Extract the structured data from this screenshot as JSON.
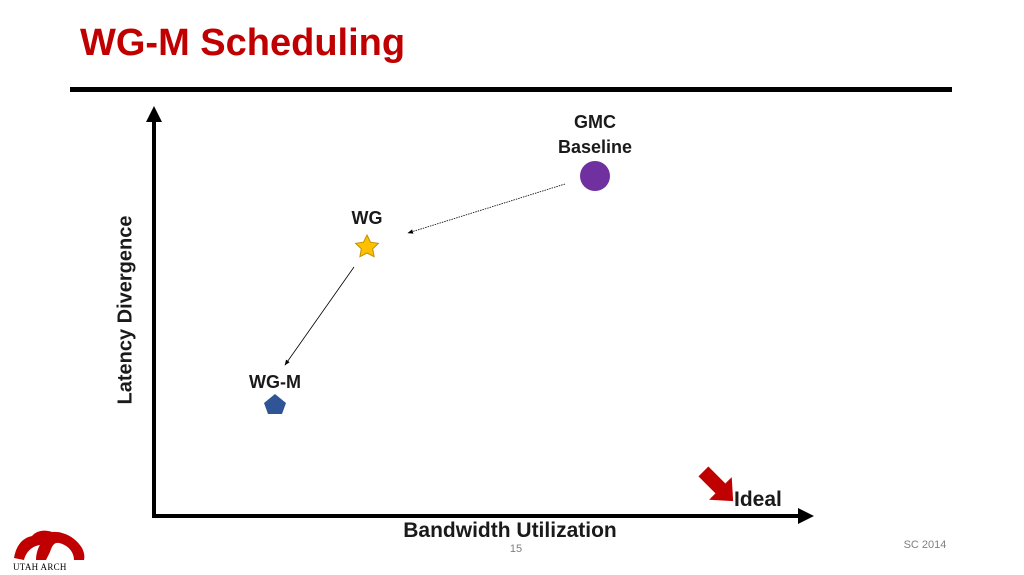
{
  "title": "WG-M Scheduling",
  "diagram": {
    "y_axis_label": "Latency Divergence",
    "x_axis_label": "Bandwidth Utilization",
    "ideal_label": "Ideal",
    "points": [
      {
        "id": "gmc",
        "label_line1": "GMC",
        "label_line2": "Baseline",
        "shape": "circle",
        "color": "#7030a0"
      },
      {
        "id": "wg",
        "label": "WG",
        "shape": "star",
        "color": "#ffc000"
      },
      {
        "id": "wgm",
        "label": "WG-M",
        "shape": "pentagon",
        "color": "#2f5597"
      }
    ],
    "ideal_arrow_color": "#c00000",
    "axis_color": "#000000"
  },
  "footer": {
    "page_number": "15",
    "conference": "SC 2014"
  },
  "logo": {
    "text": "UTAH ARCH",
    "color": "#c00000"
  }
}
